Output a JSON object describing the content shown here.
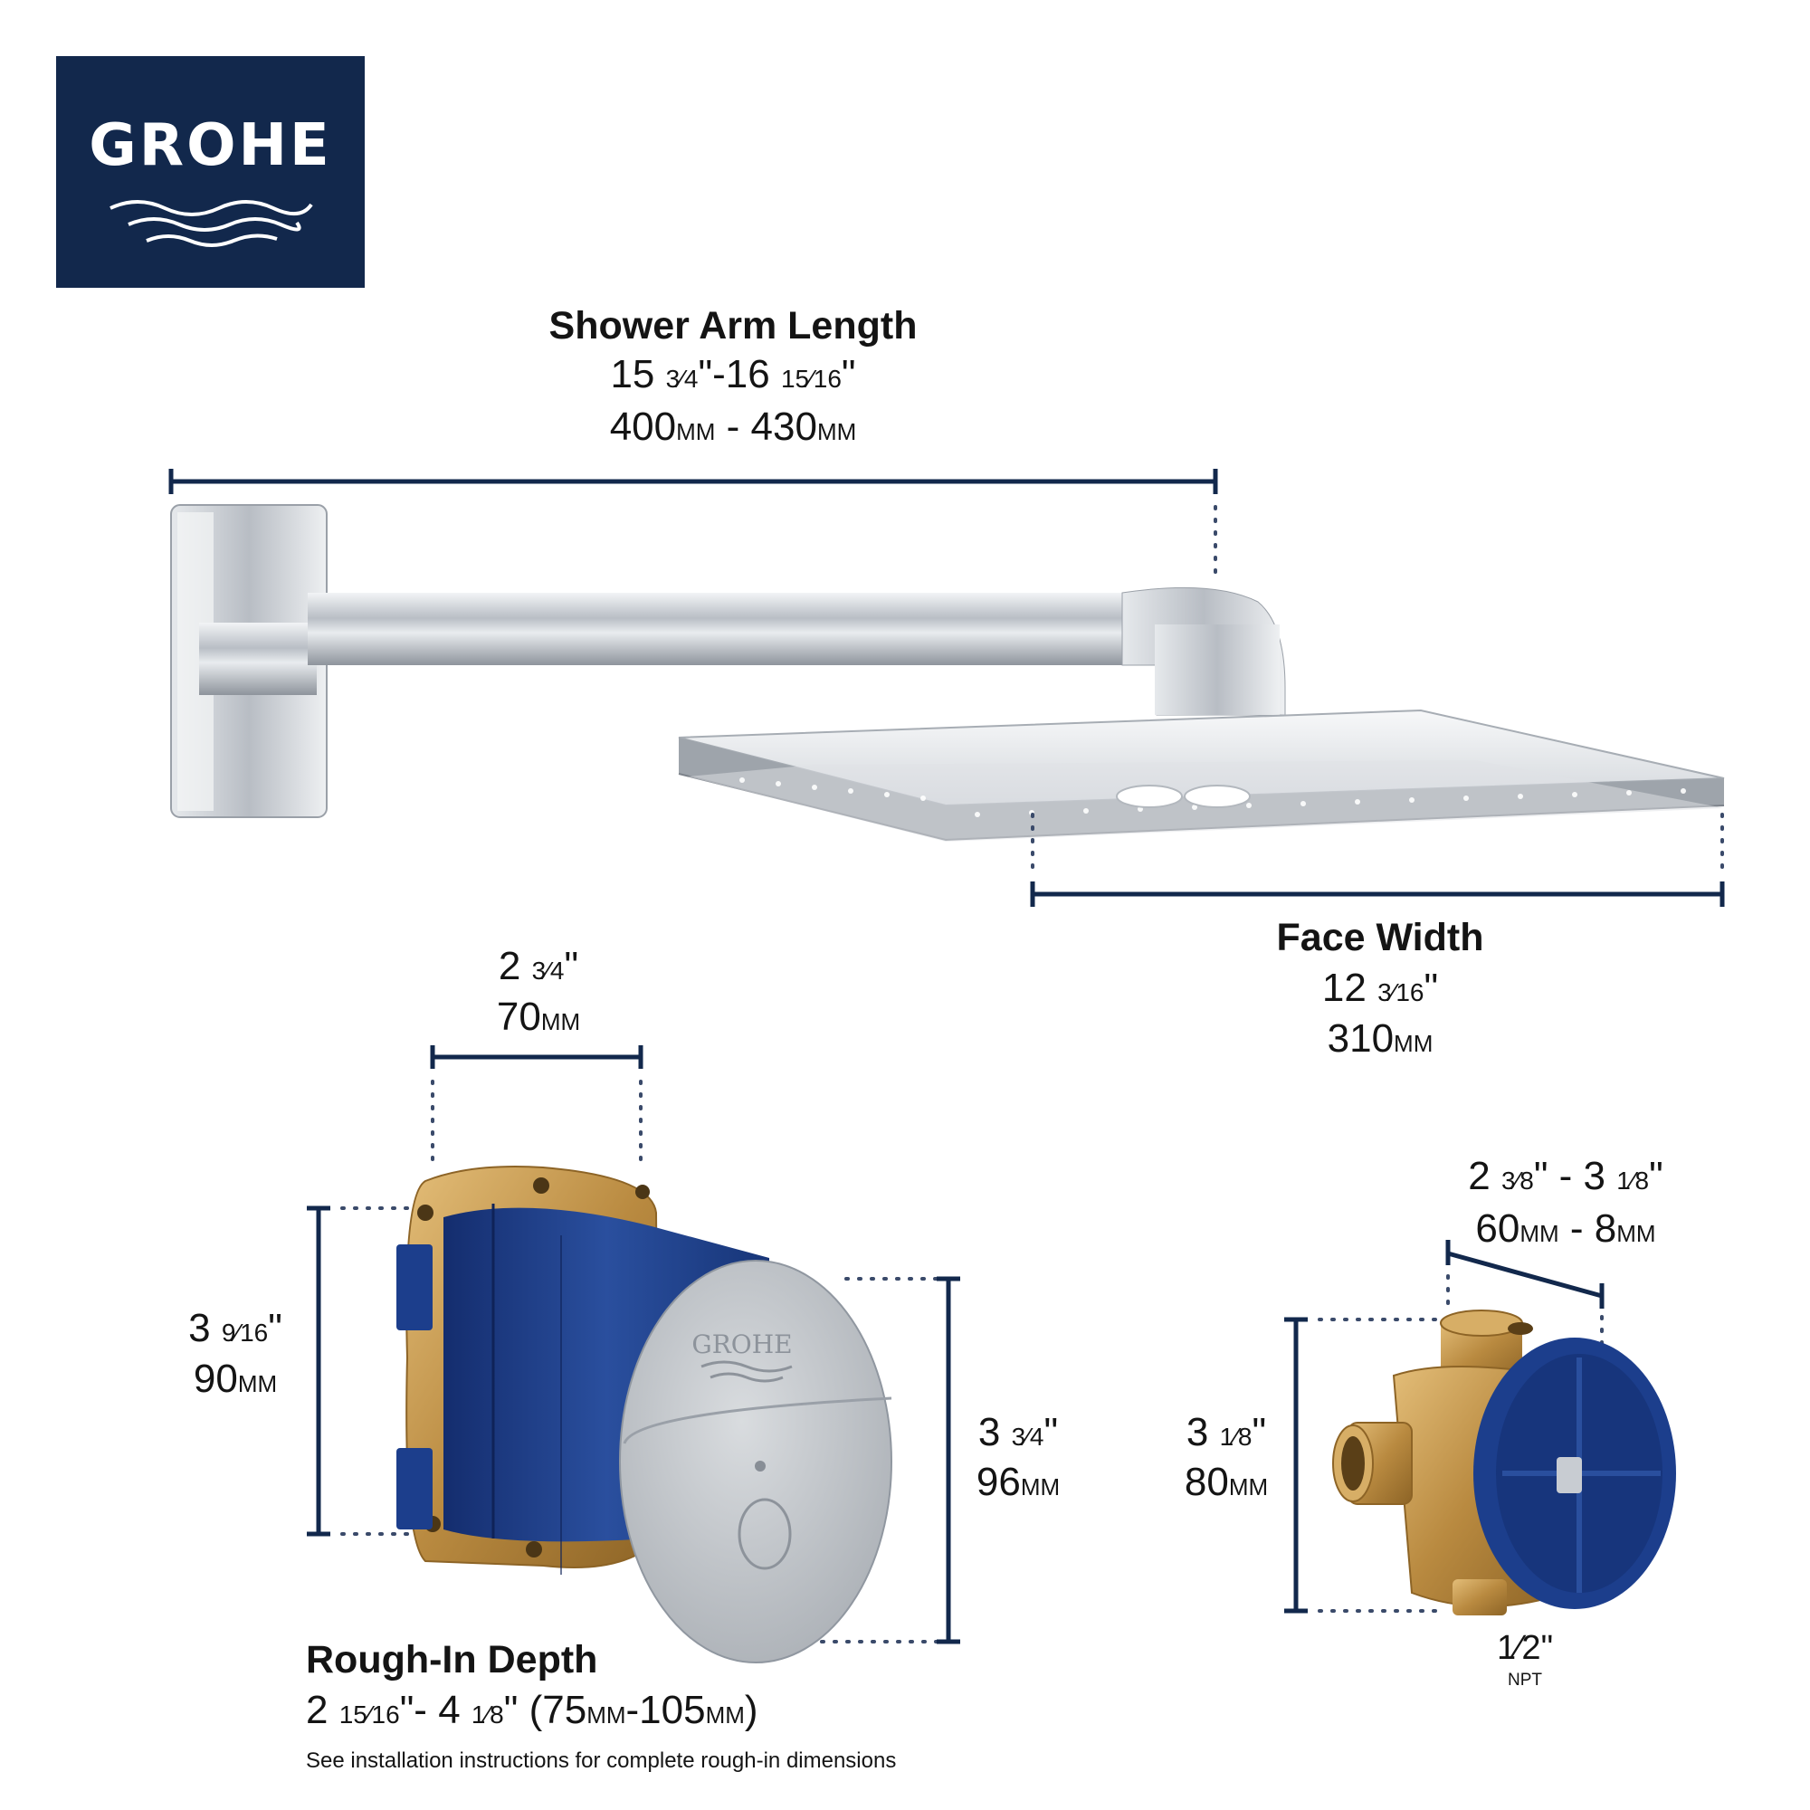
{
  "brand": {
    "name": "GROHE",
    "color": "#12284c",
    "cover_label": "GROHE"
  },
  "colors": {
    "dimension_line": "#12284c",
    "valve_blue": "#1c3e8c",
    "brass": "#c49a52",
    "chrome": "#c8ccd2",
    "cap_grey": "#c4c8cc"
  },
  "shower_arm": {
    "title": "Shower Arm Length",
    "imperial": {
      "whole1": "15",
      "frac1": "3⁄4",
      "whole2": "16",
      "frac2": "15⁄16"
    },
    "metric": {
      "val1": "400",
      "unit1": "MM",
      "val2": "430",
      "unit2": "MM"
    }
  },
  "face_width": {
    "title": "Face Width",
    "imperial": {
      "whole": "12",
      "frac": "3⁄16"
    },
    "metric": {
      "val": "310",
      "unit": "MM"
    }
  },
  "valve_width": {
    "imperial": {
      "whole": "2",
      "frac": "3⁄4"
    },
    "metric": {
      "val": "70",
      "unit": "MM"
    }
  },
  "valve_height": {
    "imperial": {
      "whole": "3",
      "frac": "9⁄16"
    },
    "metric": {
      "val": "90",
      "unit": "MM"
    }
  },
  "cap_height": {
    "imperial": {
      "whole": "3",
      "frac": "3⁄4"
    },
    "metric": {
      "val": "96",
      "unit": "MM"
    }
  },
  "rough_in": {
    "title": "Rough-In Depth",
    "imperial": {
      "whole1": "2",
      "frac1": "15⁄16",
      "whole2": "4",
      "frac2": "1⁄8"
    },
    "metric": {
      "val1": "75",
      "unit1": "MM",
      "val2": "105",
      "unit2": "MM"
    },
    "note": "See installation instructions for complete rough-in dimensions"
  },
  "small_valve_width": {
    "imperial": {
      "whole1": "2",
      "frac1": "3⁄8",
      "whole2": "3",
      "frac2": "1⁄8"
    },
    "metric": {
      "val1": "60",
      "unit1": "MM",
      "val2": "8",
      "unit2": "MM"
    }
  },
  "small_valve_height": {
    "imperial": {
      "whole": "3",
      "frac": "1⁄8"
    },
    "metric": {
      "val": "80",
      "unit": "MM"
    }
  },
  "npt": {
    "size": "1⁄2",
    "unit": "NPT"
  }
}
